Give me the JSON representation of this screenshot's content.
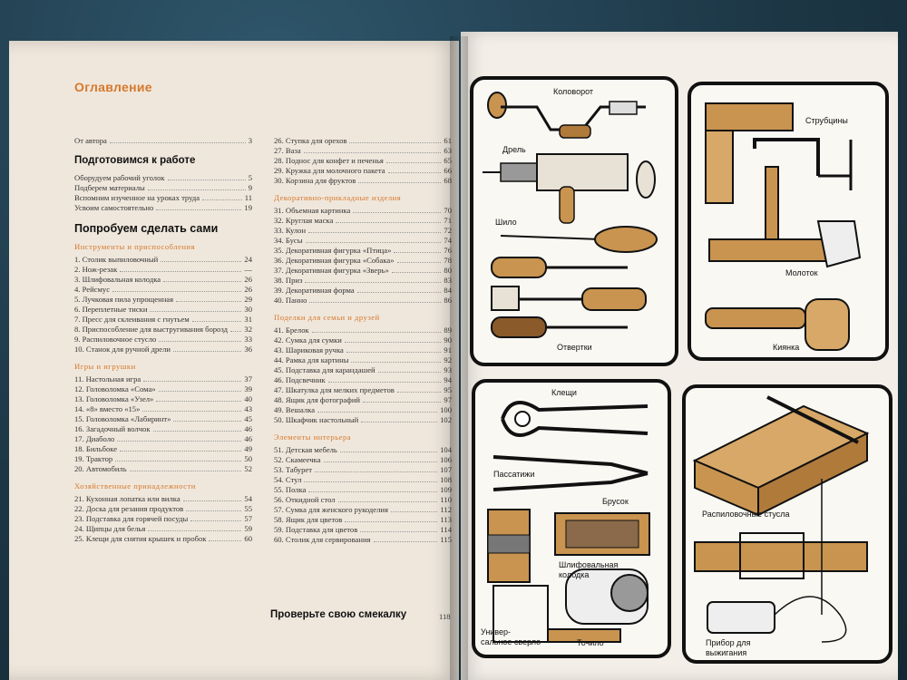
{
  "toc": {
    "title": "Оглавление",
    "col1": [
      {
        "kind": "entry",
        "text": "От автора",
        "page": "3"
      },
      {
        "kind": "section",
        "text": "Подготовимся к работе"
      },
      {
        "kind": "entry",
        "text": "Оборудуем рабочий уголок",
        "page": "5"
      },
      {
        "kind": "entry",
        "text": "Подберем материалы",
        "page": "9"
      },
      {
        "kind": "entry",
        "text": "Вспомним изученное на уроках труда",
        "page": "11"
      },
      {
        "kind": "entry",
        "text": "Усвоим самостоятельно",
        "page": "19"
      },
      {
        "kind": "section",
        "text": "Попробуем сделать сами"
      },
      {
        "kind": "sub",
        "text": "Инструменты и приспособления"
      },
      {
        "kind": "entry",
        "text": "1. Столик выпиловочный",
        "page": "24"
      },
      {
        "kind": "entry",
        "text": "2. Нож-резак",
        "page": "—"
      },
      {
        "kind": "entry",
        "text": "3. Шлифовальная колодка",
        "page": "26"
      },
      {
        "kind": "entry",
        "text": "4. Рейсмус",
        "page": "26"
      },
      {
        "kind": "entry",
        "text": "5. Лучковая пила упрощенная",
        "page": "29"
      },
      {
        "kind": "entry",
        "text": "6. Переплетные тиски",
        "page": "30"
      },
      {
        "kind": "entry",
        "text": "7. Пресс для склеивания с гнутьем",
        "page": "31"
      },
      {
        "kind": "entry",
        "text": "8. Приспособление для выстругивания борозд",
        "page": "32"
      },
      {
        "kind": "entry",
        "text": "9. Распиловочное стусло",
        "page": "33"
      },
      {
        "kind": "entry",
        "text": "10. Станок для ручной дрели",
        "page": "36"
      },
      {
        "kind": "sub",
        "text": "Игры и игрушки"
      },
      {
        "kind": "entry",
        "text": "11. Настольная игра",
        "page": "37"
      },
      {
        "kind": "entry",
        "text": "12. Головоломка «Сома»",
        "page": "39"
      },
      {
        "kind": "entry",
        "text": "13. Головоломка «Узел»",
        "page": "40"
      },
      {
        "kind": "entry",
        "text": "14. «8» вместо «15»",
        "page": "43"
      },
      {
        "kind": "entry",
        "text": "15. Головоломка «Лабиринт»",
        "page": "45"
      },
      {
        "kind": "entry",
        "text": "16. Загадочный волчок",
        "page": "46"
      },
      {
        "kind": "entry",
        "text": "17. Диаболо",
        "page": "46"
      },
      {
        "kind": "entry",
        "text": "18. Бильбоке",
        "page": "49"
      },
      {
        "kind": "entry",
        "text": "19. Трактор",
        "page": "50"
      },
      {
        "kind": "entry",
        "text": "20. Автомобиль",
        "page": "52"
      },
      {
        "kind": "sub",
        "text": "Хозяйственные принадлежности"
      },
      {
        "kind": "entry",
        "text": "21. Кухонная лопатка или вилка",
        "page": "54"
      },
      {
        "kind": "entry",
        "text": "22. Доска для резания продуктов",
        "page": "55"
      },
      {
        "kind": "entry",
        "text": "23. Подставка для горячей посуды",
        "page": "57"
      },
      {
        "kind": "entry",
        "text": "24. Щипцы для белья",
        "page": "59"
      },
      {
        "kind": "entry",
        "text": "25. Клещи для снятия крышек и пробок",
        "page": "60"
      }
    ],
    "col2": [
      {
        "kind": "entry",
        "text": "26. Ступка для орехов",
        "page": "61"
      },
      {
        "kind": "entry",
        "text": "27. Ваза",
        "page": "63"
      },
      {
        "kind": "entry",
        "text": "28. Поднос для конфет и печенья",
        "page": "65"
      },
      {
        "kind": "entry",
        "text": "29. Кружка для молочного пакета",
        "page": "66"
      },
      {
        "kind": "entry",
        "text": "30. Корзина для фруктов",
        "page": "68"
      },
      {
        "kind": "sub",
        "text": "Декоративно-прикладные изделия"
      },
      {
        "kind": "entry",
        "text": "31. Объемная картинка",
        "page": "70"
      },
      {
        "kind": "entry",
        "text": "32. Круглая маска",
        "page": "71"
      },
      {
        "kind": "entry",
        "text": "33. Кулон",
        "page": "72"
      },
      {
        "kind": "entry",
        "text": "34. Бусы",
        "page": "74"
      },
      {
        "kind": "entry",
        "text": "35. Декоративная фигурка «Птица»",
        "page": "76"
      },
      {
        "kind": "entry",
        "text": "36. Декоративная фигурка «Собака»",
        "page": "78"
      },
      {
        "kind": "entry",
        "text": "37. Декоративная фигурка «Зверь»",
        "page": "80"
      },
      {
        "kind": "entry",
        "text": "38. Приз",
        "page": "83"
      },
      {
        "kind": "entry",
        "text": "39. Декоративная форма",
        "page": "84"
      },
      {
        "kind": "entry",
        "text": "40. Панно",
        "page": "86"
      },
      {
        "kind": "sub",
        "text": "Поделки для семьи и друзей"
      },
      {
        "kind": "entry",
        "text": "41. Брелок",
        "page": "89"
      },
      {
        "kind": "entry",
        "text": "42. Сумка для сумки",
        "page": "90"
      },
      {
        "kind": "entry",
        "text": "43. Шариковая ручка",
        "page": "91"
      },
      {
        "kind": "entry",
        "text": "44. Рамка для картины",
        "page": "92"
      },
      {
        "kind": "entry",
        "text": "45. Подставка для карандашей",
        "page": "93"
      },
      {
        "kind": "entry",
        "text": "46. Подсвечник",
        "page": "94"
      },
      {
        "kind": "entry",
        "text": "47. Шкатулка для мелких предметов",
        "page": "95"
      },
      {
        "kind": "entry",
        "text": "48. Ящик для фотографий",
        "page": "97"
      },
      {
        "kind": "entry",
        "text": "49. Вешалка",
        "page": "100"
      },
      {
        "kind": "entry",
        "text": "50. Шкафчик настольный",
        "page": "102"
      },
      {
        "kind": "sub",
        "text": "Элементы интерьера"
      },
      {
        "kind": "entry",
        "text": "51. Детская мебель",
        "page": "104"
      },
      {
        "kind": "entry",
        "text": "52. Скамеечка",
        "page": "106"
      },
      {
        "kind": "entry",
        "text": "53. Табурет",
        "page": "107"
      },
      {
        "kind": "entry",
        "text": "54. Стул",
        "page": "108"
      },
      {
        "kind": "entry",
        "text": "55. Полка",
        "page": "109"
      },
      {
        "kind": "entry",
        "text": "56. Откидной стол",
        "page": "110"
      },
      {
        "kind": "entry",
        "text": "57. Сумка для женского рукоделия",
        "page": "112"
      },
      {
        "kind": "entry",
        "text": "58. Ящик для цветов",
        "page": "113"
      },
      {
        "kind": "entry",
        "text": "59. Подставка для цветов",
        "page": "114"
      },
      {
        "kind": "entry",
        "text": "60. Столик для сервирования",
        "page": "115"
      }
    ],
    "final_section": {
      "text": "Проверьте свою смекалку",
      "page": "118"
    }
  },
  "illustrations": {
    "panel1": [
      "Коловорот",
      "Дрель",
      "Шило",
      "Отвертки"
    ],
    "panel2": [
      "Струбцины",
      "Молоток",
      "Киянка"
    ],
    "panel3": [
      "Клещи",
      "Пассатижи",
      "Брусок",
      "Шлифовальная",
      "колодка",
      "Универ-",
      "сальное сверло",
      "Точило"
    ],
    "panel4": [
      "Распиловочные стусла",
      "Прибор для",
      "выжигания"
    ]
  },
  "colors": {
    "accent": "#d6782c",
    "wood": "#c89450",
    "ink": "#111111",
    "page": "#efe7dc"
  }
}
